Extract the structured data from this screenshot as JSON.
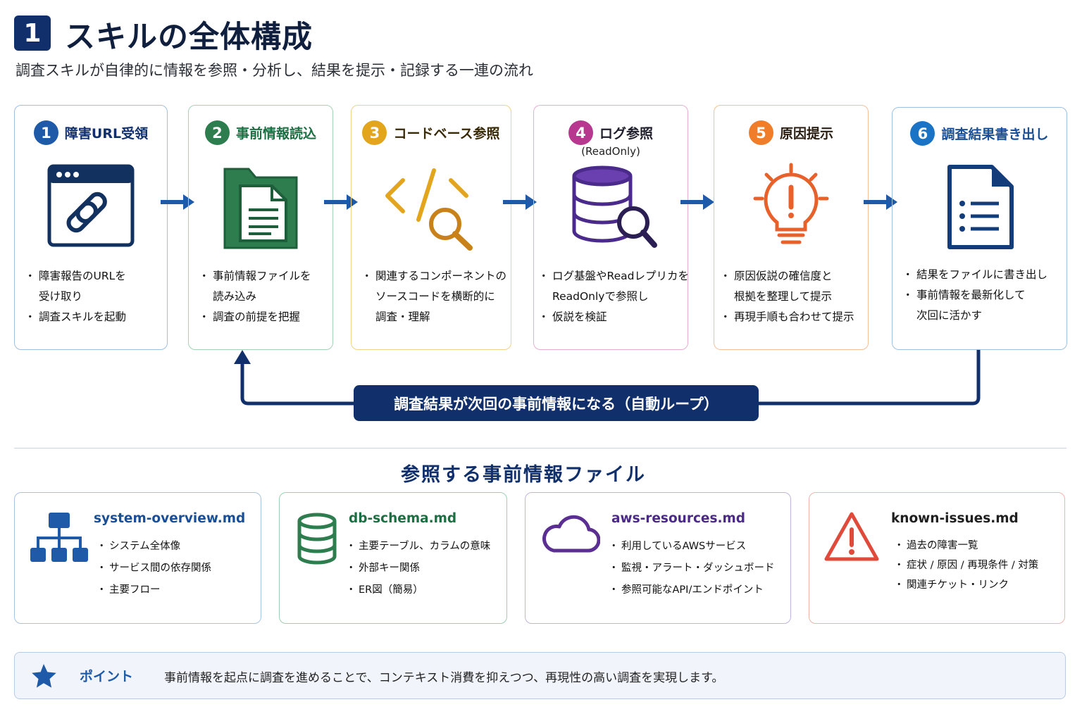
{
  "header": {
    "number": "1",
    "title": "スキルの全体構成",
    "subtitle": "調査スキルが自律的に情報を参照・分析し、結果を提示・記録する一連の流れ"
  },
  "colors": {
    "navy": "#11306b",
    "blue": "#1e5aa8",
    "green": "#2e7d4f",
    "yellow": "#e3a51c",
    "magenta": "#b6388f",
    "orange": "#ef7d2a",
    "blue2": "#1a73c4"
  },
  "steps": [
    {
      "num": "1",
      "title": "障害URL受領",
      "subtitle": "",
      "icon": "browser-link-icon",
      "bullets": [
        "障害報告のURLを",
        "受け取り",
        "調査スキルを起動"
      ]
    },
    {
      "num": "2",
      "title": "事前情報読込",
      "subtitle": "",
      "icon": "folder-document-icon",
      "bullets": [
        "事前情報ファイルを",
        "読み込み",
        "調査の前提を把握"
      ]
    },
    {
      "num": "3",
      "title": "コードベース参照",
      "subtitle": "",
      "icon": "code-search-icon",
      "bullets": [
        "関連するコンポーネントの",
        "ソースコードを横断的に",
        "調査・理解"
      ]
    },
    {
      "num": "4",
      "title": "ログ参照",
      "subtitle": "(ReadOnly)",
      "icon": "database-search-icon",
      "bullets": [
        "ログ基盤やReadレプリカを",
        "ReadOnlyで参照し",
        "仮説を検証"
      ]
    },
    {
      "num": "5",
      "title": "原因提示",
      "subtitle": "",
      "icon": "lightbulb-icon",
      "bullets": [
        "原因仮説の確信度と",
        "根拠を整理して提示",
        "再現手順も合わせて提示"
      ]
    },
    {
      "num": "6",
      "title": "調査結果書き出し",
      "subtitle": "",
      "icon": "document-list-icon",
      "bullets": [
        "結果をファイルに書き出し",
        "事前情報を最新化して",
        "次回に活かす"
      ]
    }
  ],
  "loop_label": "調査結果が次回の事前情報になる（自動ループ）",
  "files_title": "参照する事前情報ファイル",
  "files": [
    {
      "name": "system-overview.md",
      "icon": "hierarchy-icon",
      "bullets": [
        "システム全体像",
        "サービス間の依存関係",
        "主要フロー"
      ]
    },
    {
      "name": "db-schema.md",
      "icon": "database-icon",
      "bullets": [
        "主要テーブル、カラムの意味",
        "外部キー関係",
        "ER図（簡易）"
      ]
    },
    {
      "name": "aws-resources.md",
      "icon": "cloud-icon",
      "bullets": [
        "利用しているAWSサービス",
        "監視・アラート・ダッシュボード",
        "参照可能なAPI/エンドポイント"
      ]
    },
    {
      "name": "known-issues.md",
      "icon": "warning-icon",
      "bullets": [
        "過去の障害一覧",
        "症状 / 原因 / 再現条件 / 対策",
        "関連チケット・リンク"
      ]
    }
  ],
  "point": {
    "label": "ポイント",
    "text": "事前情報を起点に調査を進めることで、コンテキスト消費を抑えつつ、再現性の高い調査を実現します。"
  }
}
